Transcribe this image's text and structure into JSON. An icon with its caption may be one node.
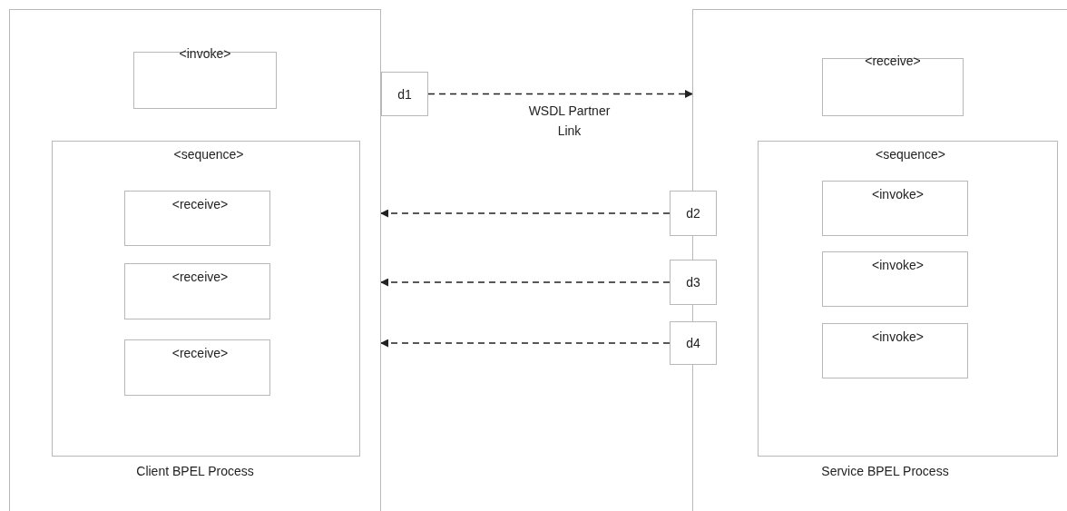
{
  "diagram": {
    "nodes": [
      {
        "text": [
          "Client BPEL Process"
        ]
      },
      {
        "text": [
          "<invoke>"
        ],
        "in": 0
      },
      {
        "text": [
          "<sequence>"
        ],
        "in": 0
      },
      {
        "text": [
          "<receive>"
        ],
        "in": 2
      },
      {
        "text": [
          "<receive>"
        ],
        "in": 2
      },
      {
        "text": [
          "<receive>"
        ],
        "in": 2
      },
      {
        "text": [
          "d1"
        ]
      },
      {
        "text": [
          "Service BPEL Process"
        ]
      },
      {
        "text": [
          "<receive>"
        ],
        "in": 7
      },
      {
        "text": [
          "<sequence>"
        ],
        "in": 7
      },
      {
        "text": [
          "<invoke>"
        ],
        "in": 9
      },
      {
        "text": [
          "<invoke>"
        ],
        "in": 9
      },
      {
        "text": [
          "<invoke>"
        ],
        "in": 9
      },
      {
        "text": [
          "d2"
        ]
      },
      {
        "text": [
          "d3"
        ]
      },
      {
        "text": [
          "d4"
        ]
      }
    ],
    "edges": [
      {
        "from": 6,
        "to": 7,
        "arrow": "to",
        "label": "WSDL Partner Link",
        "style": "dashed"
      },
      {
        "from": 13,
        "to": 0,
        "arrow": "to",
        "style": "dashed"
      },
      {
        "from": 14,
        "to": 0,
        "arrow": "to",
        "style": "dashed"
      },
      {
        "from": 15,
        "to": 0,
        "arrow": "to",
        "style": "dashed"
      }
    ]
  }
}
